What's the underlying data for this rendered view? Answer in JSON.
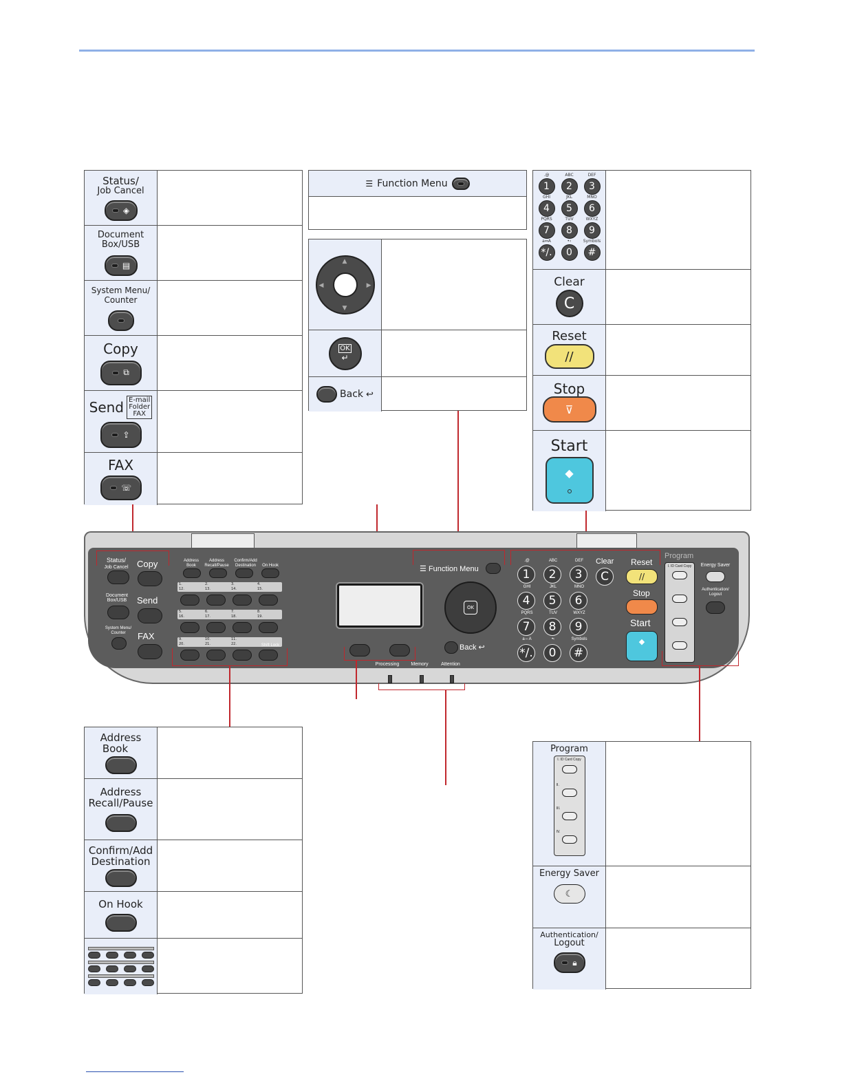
{
  "left_table": {
    "status": {
      "line1": "Status/",
      "line2": "Job Cancel"
    },
    "docbox": {
      "line1": "Document",
      "line2": "Box/USB"
    },
    "sysmenu": {
      "line1": "System Menu/",
      "line2": "Counter"
    },
    "copy": "Copy",
    "send": {
      "label": "Send",
      "dest1": "E-mail",
      "dest2": "Folder",
      "dest3": "FAX"
    },
    "fax": "FAX"
  },
  "function_menu": {
    "label": "Function Menu"
  },
  "nav": {
    "ok": "OK",
    "back": "Back"
  },
  "keypad": {
    "keys": [
      {
        "top": ".@",
        "num": "1"
      },
      {
        "top": "ABC",
        "num": "2"
      },
      {
        "top": "DEF",
        "num": "3"
      },
      {
        "top": "GHI",
        "num": "4"
      },
      {
        "top": "JKL",
        "num": "5"
      },
      {
        "top": "MNO",
        "num": "6"
      },
      {
        "top": "PQRS",
        "num": "7"
      },
      {
        "top": "TUV",
        "num": "8"
      },
      {
        "top": "WXYZ",
        "num": "9"
      },
      {
        "top": "a⇔A",
        "num": "*/."
      },
      {
        "top": "•‹",
        "num": "0"
      },
      {
        "top": "Symbols",
        "num": "#"
      }
    ],
    "clear": "Clear",
    "reset": "Reset",
    "stop": "Stop",
    "start": "Start"
  },
  "bottom_left": {
    "address_book": {
      "line1": "Address",
      "line2": "Book"
    },
    "address_recall": {
      "line1": "Address",
      "line2": "Recall/Pause"
    },
    "confirm_add": {
      "line1": "Confirm/Add",
      "line2": "Destination"
    },
    "on_hook": "On Hook"
  },
  "bottom_right": {
    "program": "Program",
    "prog_keys": [
      "I. ID Card Copy",
      "II.",
      "III.",
      "IV."
    ],
    "energy_saver": "Energy Saver",
    "auth": {
      "line1": "Authentication/",
      "line2": "Logout"
    }
  },
  "panel": {
    "status": "Status/",
    "job_cancel": "Job Cancel",
    "copy": "Copy",
    "doc": "Document",
    "box": "Box/USB",
    "send": "Send",
    "sys": "System Menu/",
    "counter": "Counter",
    "fax": "FAX",
    "address_book": "Address Book",
    "address_recall": "Address Recall/Pause",
    "confirm_add": "Confirm/Add Destination",
    "on_hook": "On Hook",
    "shift_lock": "Shift Lock",
    "function_menu": "Function Menu",
    "back": "Back",
    "clear": "Clear",
    "reset": "Reset",
    "stop": "Stop",
    "start": "Start",
    "program": "Program",
    "id_card": "I. ID Card Copy",
    "energy_saver": "Energy Saver",
    "auth": "Authentication/",
    "logout": "Logout",
    "processing": "Processing",
    "memory": "Memory",
    "attention": "Attention",
    "one_touch_row1": [
      "1.",
      "2.",
      "3.",
      "4."
    ],
    "one_touch_row1b": [
      "12.",
      "13.",
      "14.",
      "15."
    ],
    "one_touch_row2": [
      "5.",
      "6.",
      "7.",
      "8."
    ],
    "one_touch_row2b": [
      "16.",
      "17.",
      "18.",
      "19."
    ],
    "one_touch_row3": [
      "9.",
      "10.",
      "11."
    ],
    "one_touch_row3b": [
      "20.",
      "21.",
      "22."
    ]
  },
  "colors": {
    "accent_line": "#8fb0e6",
    "callout_red": "#c0272d",
    "reset_yellow": "#f2e27a",
    "stop_orange": "#f0894a",
    "start_cyan": "#4ec7de",
    "panel_gray": "#5c5c5c"
  }
}
